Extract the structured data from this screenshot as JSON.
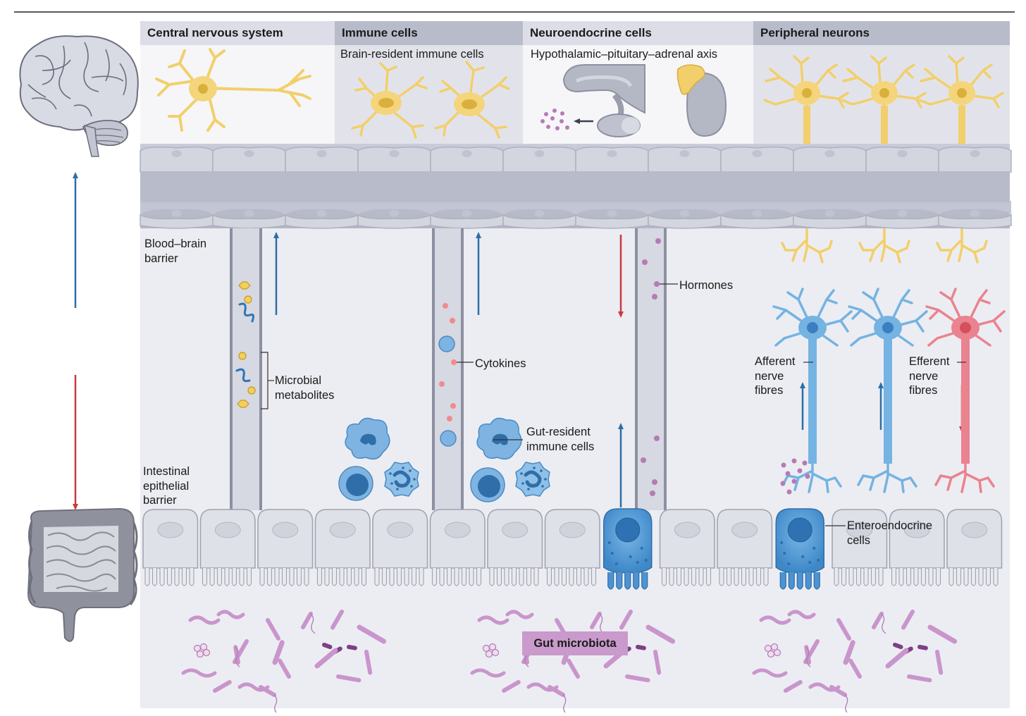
{
  "colors": {
    "axon_yellow": "#f2cf6a",
    "afferent_blue": "#74b3e2",
    "efferent_red": "#e9838f",
    "up_arrow_blue": "#2a6fa8",
    "down_arrow_red": "#c83a3f",
    "microbe_purple": "#c995cc",
    "barrier_grey": "#b6b9c7",
    "gut_label_bg": "#c99acb"
  },
  "headers": [
    {
      "id": "cns",
      "label": "Central nervous system"
    },
    {
      "id": "immune",
      "label": "Immune cells"
    },
    {
      "id": "neuroendocrine",
      "label": "Neuroendocrine cells"
    },
    {
      "id": "peripheral",
      "label": "Peripheral neurons"
    }
  ],
  "subheaders": {
    "immune": "Brain-resident immune cells",
    "neuroendocrine": "Hypothalamic–pituitary–adrenal axis"
  },
  "labels": {
    "bbb": "Blood–brain\nbarrier",
    "ieb": "Intestinal\nepithelial\nbarrier",
    "metabolites": "Microbial\nmetabolites",
    "cytokines": "Cytokines",
    "hormones": "Hormones",
    "gut_immune": "Gut-resident\nimmune cells",
    "afferent": "Afferent\nnerve\nfibres",
    "efferent": "Efferent\nnerve\nfibres",
    "enteroendocrine": "Enteroendocrine\ncells",
    "microbiota": "Gut microbiota"
  },
  "icons": [
    "brain-icon",
    "intestine-icon",
    "neuron-icon",
    "microglia-icon",
    "hypothalamus-pituitary-icon",
    "adrenal-gland-icon",
    "immune-cell-icon",
    "enteroendocrine-cell-icon",
    "bacteria-icon"
  ]
}
